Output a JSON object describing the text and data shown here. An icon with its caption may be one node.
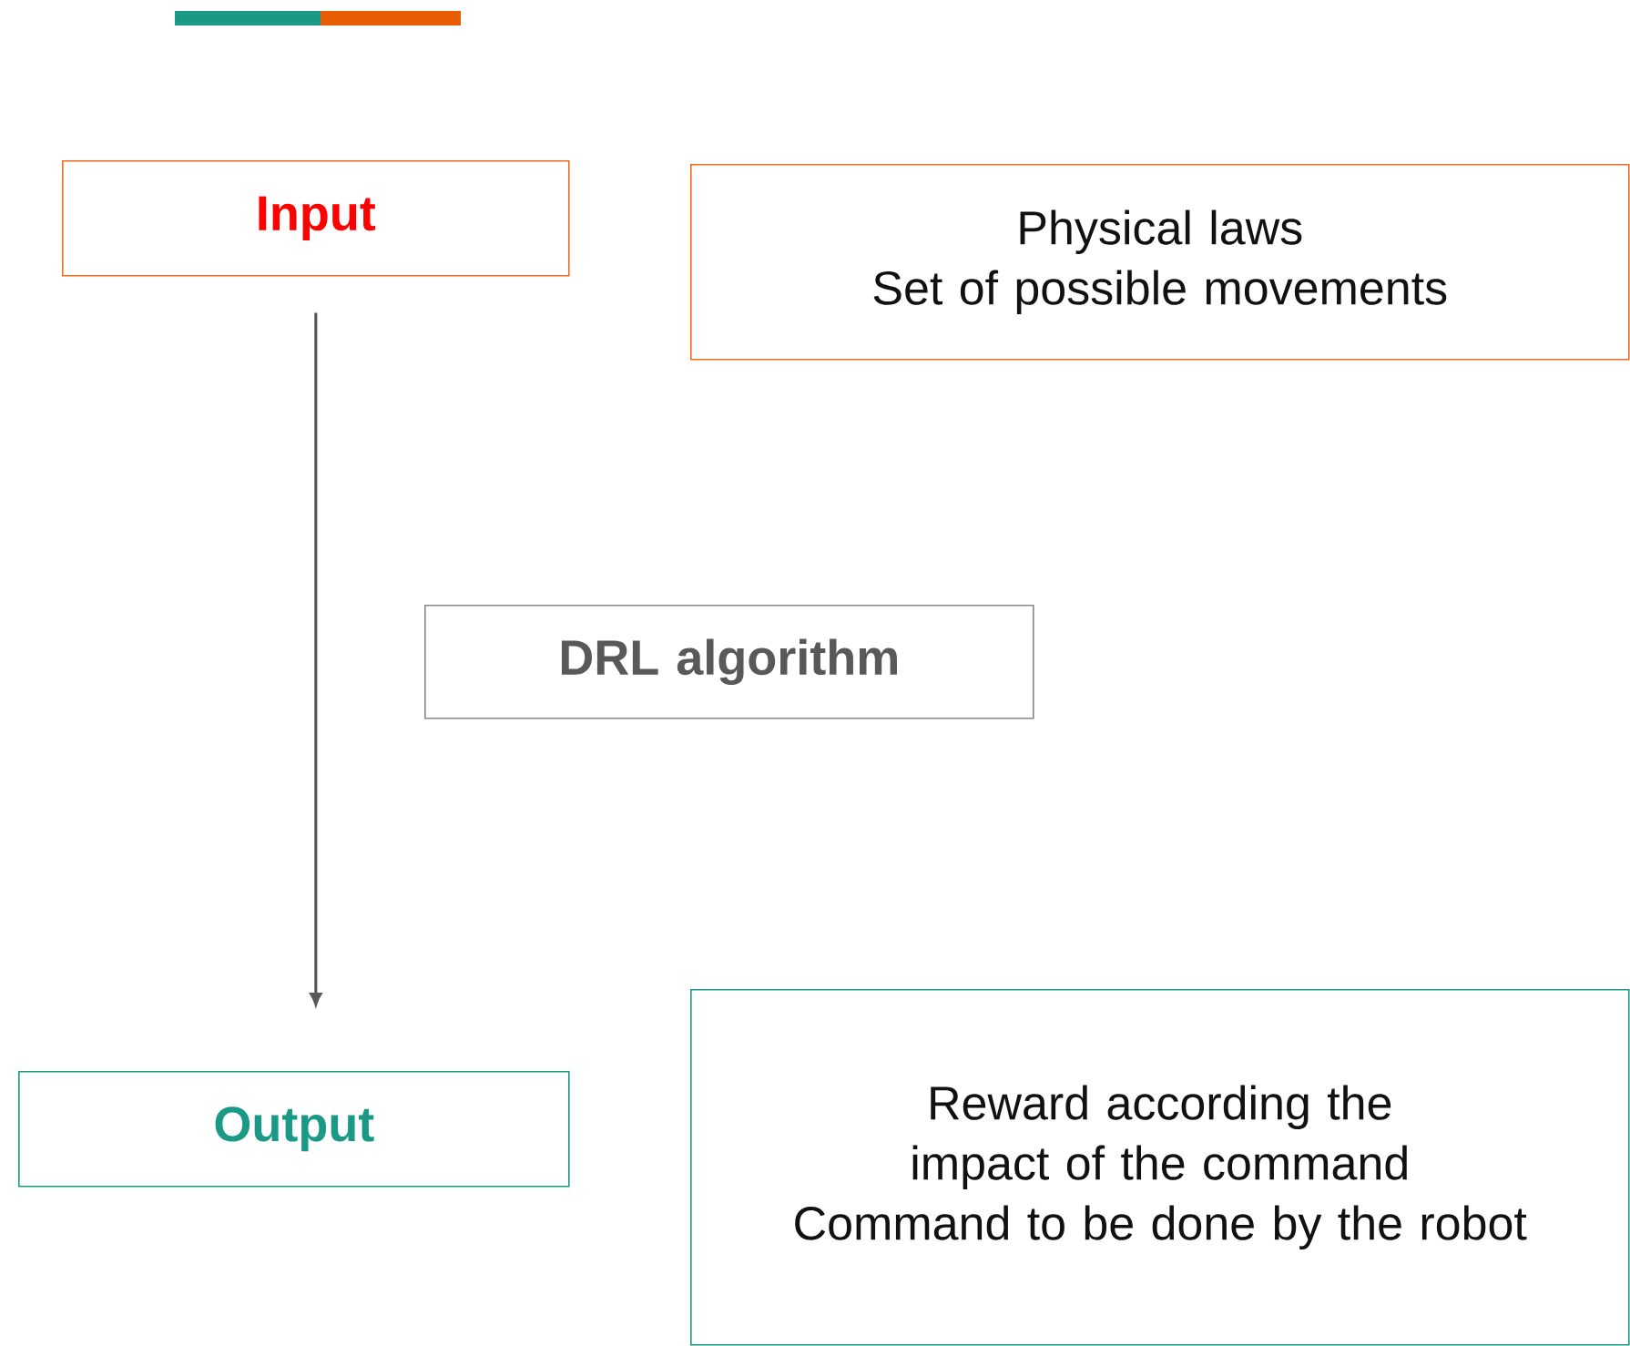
{
  "diagram": {
    "nodes": [
      {
        "text": [
          "Input"
        ]
      },
      {
        "text": [
          "Physical laws",
          "Set of possible movements"
        ]
      },
      {
        "text": [
          "DRL algorithm"
        ]
      },
      {
        "text": [
          "Output"
        ]
      },
      {
        "text": [
          "Reward according the impact of the command",
          "Command to be done by the robot"
        ]
      }
    ],
    "edges": [
      {
        "from": 0,
        "to": 3,
        "arrow": "to"
      }
    ]
  }
}
